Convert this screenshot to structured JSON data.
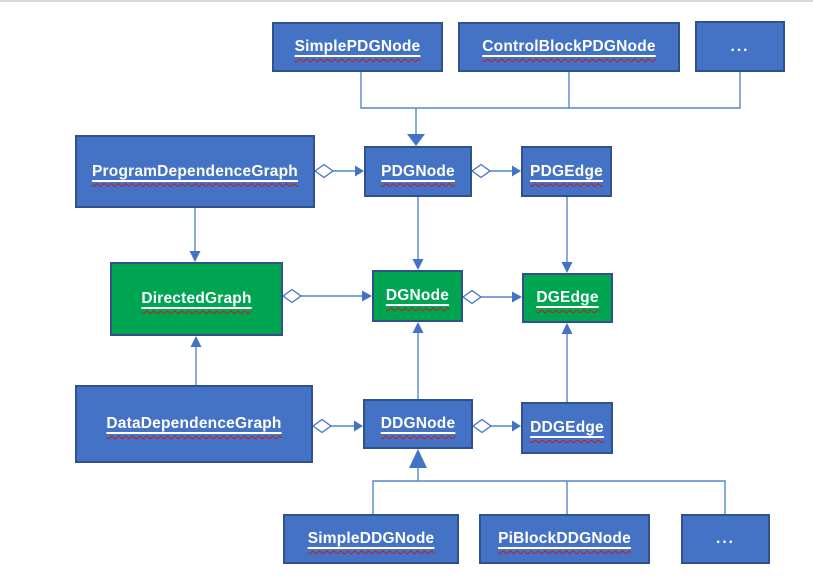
{
  "page": {
    "background": "#FFFFFF",
    "top_rule_color": "#D9D9D9"
  },
  "colors": {
    "node_blue": "#4472C4",
    "node_green": "#00A551",
    "node_border": "#2F528F",
    "connector_blue": "#5585CC",
    "arrowhead_blue": "#4472C4",
    "diamond_fill": "#FFFFFF",
    "label_text": "#FFFFFF",
    "spellcheck_squiggle_red": "#CF1616"
  },
  "nodes": {
    "simple_pdg_node": {
      "label": "SimplePDGNode",
      "color": "blue"
    },
    "control_block_pdg_node": {
      "label": "ControlBlockPDGNode",
      "color": "blue"
    },
    "pdg_ellipsis": {
      "label": "...",
      "color": "blue"
    },
    "program_dependence_graph": {
      "label": "ProgramDependenceGraph",
      "color": "blue"
    },
    "pdg_node": {
      "label": "PDGNode",
      "color": "blue"
    },
    "pdg_edge": {
      "label": "PDGEdge",
      "color": "blue"
    },
    "directed_graph": {
      "label": "DirectedGraph",
      "color": "green"
    },
    "dg_node": {
      "label": "DGNode",
      "color": "green"
    },
    "dg_edge": {
      "label": "DGEdge",
      "color": "green"
    },
    "data_dependence_graph": {
      "label": "DataDependenceGraph",
      "color": "blue"
    },
    "ddg_node": {
      "label": "DDGNode",
      "color": "blue"
    },
    "ddg_edge": {
      "label": "DDGEdge",
      "color": "blue"
    },
    "simple_ddg_node": {
      "label": "SimpleDDGNode",
      "color": "blue"
    },
    "pi_block_ddg_node": {
      "label": "PiBlockDDGNode",
      "color": "blue"
    },
    "ddg_ellipsis": {
      "label": "...",
      "color": "blue"
    }
  },
  "edges": [
    {
      "from": "SimplePDGNode",
      "to": "PDGNode",
      "type": "inheritance"
    },
    {
      "from": "ControlBlockPDGNode",
      "to": "PDGNode",
      "type": "inheritance"
    },
    {
      "from": "... (PDG subclasses)",
      "to": "PDGNode",
      "type": "inheritance"
    },
    {
      "from": "ProgramDependenceGraph",
      "to": "PDGNode",
      "type": "aggregation"
    },
    {
      "from": "PDGNode",
      "to": "PDGEdge",
      "type": "aggregation"
    },
    {
      "from": "ProgramDependenceGraph",
      "to": "DirectedGraph",
      "type": "inheritance"
    },
    {
      "from": "PDGNode",
      "to": "DGNode",
      "type": "inheritance"
    },
    {
      "from": "PDGEdge",
      "to": "DGEdge",
      "type": "inheritance"
    },
    {
      "from": "DirectedGraph",
      "to": "DGNode",
      "type": "aggregation"
    },
    {
      "from": "DGNode",
      "to": "DGEdge",
      "type": "aggregation"
    },
    {
      "from": "DataDependenceGraph",
      "to": "DirectedGraph",
      "type": "inheritance"
    },
    {
      "from": "DDGNode",
      "to": "DGNode",
      "type": "inheritance"
    },
    {
      "from": "DDGEdge",
      "to": "DGEdge",
      "type": "inheritance"
    },
    {
      "from": "DataDependenceGraph",
      "to": "DDGNode",
      "type": "aggregation"
    },
    {
      "from": "DDGNode",
      "to": "DDGEdge",
      "type": "aggregation"
    },
    {
      "from": "SimpleDDGNode",
      "to": "DDGNode",
      "type": "inheritance"
    },
    {
      "from": "PiBlockDDGNode",
      "to": "DDGNode",
      "type": "inheritance"
    },
    {
      "from": "... (DDG subclasses)",
      "to": "DDGNode",
      "type": "inheritance"
    }
  ]
}
